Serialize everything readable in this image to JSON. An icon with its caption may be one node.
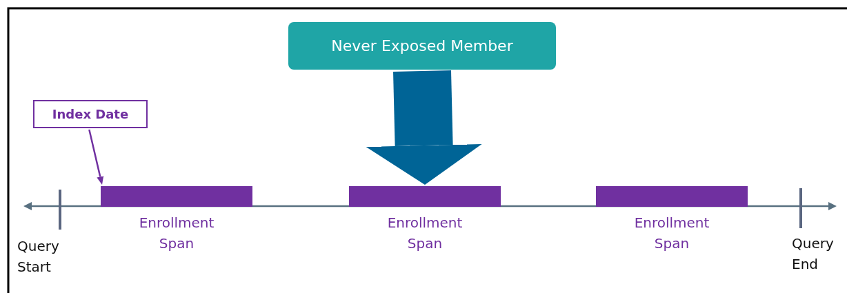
{
  "diagram": {
    "nodes": [
      {
        "text": [
          "Never Exposed Member"
        ]
      },
      {
        "text": [
          "Index Date"
        ]
      },
      {
        "text": [],
        "shape": "bar",
        "beside": [
          "Enrollment Span"
        ]
      },
      {
        "text": [],
        "shape": "bar",
        "beside": [
          "Enrollment Span"
        ]
      },
      {
        "text": [],
        "shape": "bar",
        "beside": [
          "Enrollment Span"
        ]
      }
    ],
    "edges": [
      {
        "from": 0,
        "to": 3,
        "arrow": "to",
        "style": "thick",
        "color": "#006496"
      },
      {
        "from": 1,
        "to": 2,
        "arrow": "to",
        "color": "#7030a0"
      }
    ],
    "labels": [
      "Query Start",
      "Query End"
    ]
  }
}
